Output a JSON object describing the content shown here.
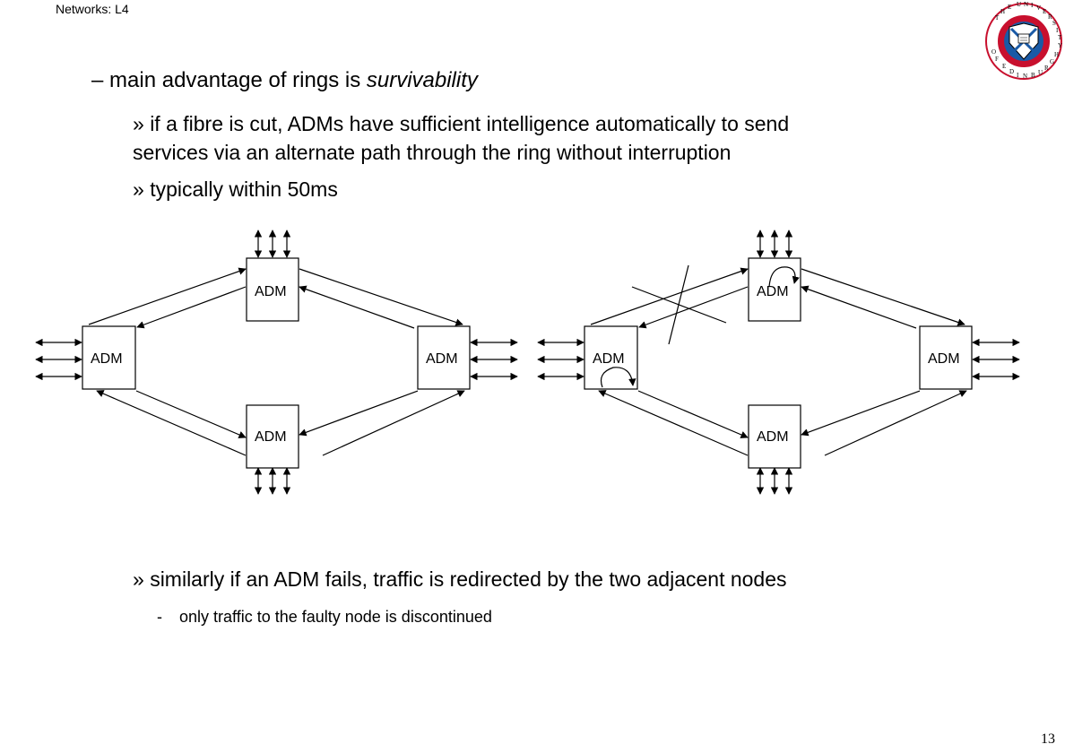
{
  "header": {
    "title": "Networks: L4"
  },
  "page_number": "13",
  "crest": {
    "outer_text": "THE UNIVERSITY OF EDINBURGH",
    "ring_color": "#c8102e",
    "shield_color": "#ffffff"
  },
  "bullets": [
    {
      "marker": "–",
      "text_before": "main advantage of rings is ",
      "emphasis": "survivability"
    },
    {
      "marker": "»",
      "text": "if a fibre is cut, ADMs have sufficient intelligence automatically to send",
      "continuation": "services via an alternate path through the ring without interruption"
    },
    {
      "marker": "»",
      "text": "typically within 50ms"
    },
    {
      "marker": "»",
      "text": "similarly if an ADM fails, traffic is redirected by the two adjacent nodes"
    },
    {
      "marker": "-",
      "text": "only traffic to the faulty node is discontinued"
    }
  ],
  "diagrams": {
    "node_label": "ADM",
    "left_ring": {
      "nodes": [
        "ADM",
        "ADM",
        "ADM",
        "ADM"
      ]
    },
    "right_ring": {
      "nodes": [
        "ADM",
        "ADM",
        "ADM",
        "ADM"
      ],
      "cut": "fibre cut between left and top ADM"
    }
  }
}
